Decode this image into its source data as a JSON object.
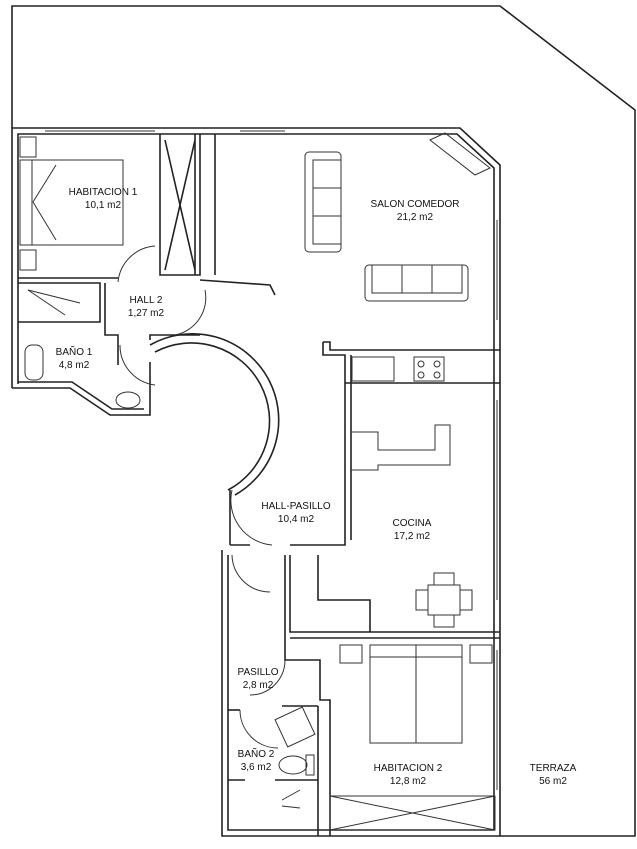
{
  "rooms": [
    {
      "name": "HABITACION 1",
      "area": "10,1 m2"
    },
    {
      "name": "SALON COMEDOR",
      "area": "21,2 m2"
    },
    {
      "name": "HALL 2",
      "area": "1,27 m2"
    },
    {
      "name": "BAÑO 1",
      "area": "4,8 m2"
    },
    {
      "name": "HALL-PASILLO",
      "area": "10,4 m2"
    },
    {
      "name": "COCINA",
      "area": "17,2 m2"
    },
    {
      "name": "PASILLO",
      "area": "2,8 m2"
    },
    {
      "name": "BAÑO 2",
      "area": "3,6 m2"
    },
    {
      "name": "HABITACION 2",
      "area": "12,8 m2"
    },
    {
      "name": "TERRAZA",
      "area": "56 m2"
    }
  ]
}
